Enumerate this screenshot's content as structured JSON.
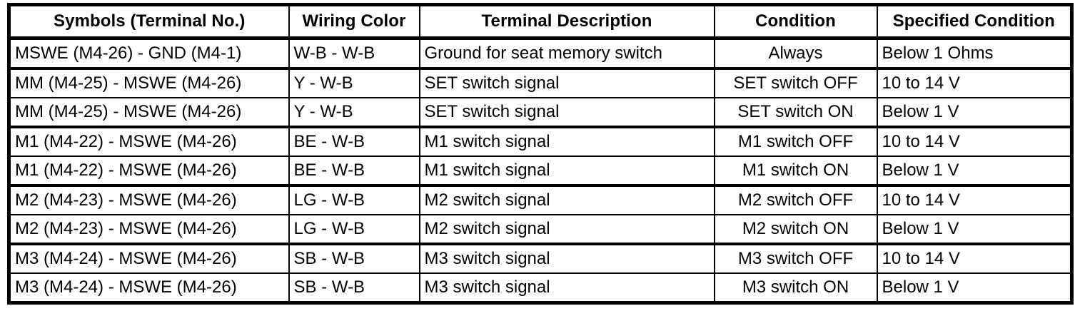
{
  "table": {
    "columns": [
      {
        "key": "symbols",
        "label": "Symbols (Terminal No.)",
        "align": "left"
      },
      {
        "key": "wiring",
        "label": "Wiring Color",
        "align": "left"
      },
      {
        "key": "terminal",
        "label": "Terminal Description",
        "align": "left"
      },
      {
        "key": "condition",
        "label": "Condition",
        "align": "center"
      },
      {
        "key": "specified",
        "label": "Specified Condition",
        "align": "left"
      }
    ],
    "rows": [
      {
        "symbols": "MSWE (M4-26) - GND (M4-1)",
        "wiring": "W-B - W-B",
        "terminal": "Ground for seat memory switch",
        "condition": "Always",
        "specified": "Below 1 Ohms",
        "group_start": false
      },
      {
        "symbols": "MM (M4-25) - MSWE (M4-26)",
        "wiring": "Y - W-B",
        "terminal": "SET switch signal",
        "condition": "SET switch OFF",
        "specified": "10 to 14 V",
        "group_start": true
      },
      {
        "symbols": "MM (M4-25) - MSWE (M4-26)",
        "wiring": "Y - W-B",
        "terminal": "SET switch signal",
        "condition": "SET switch ON",
        "specified": "Below 1 V",
        "group_start": false
      },
      {
        "symbols": "M1 (M4-22) - MSWE (M4-26)",
        "wiring": "BE - W-B",
        "terminal": "M1 switch signal",
        "condition": "M1 switch OFF",
        "specified": "10 to 14 V",
        "group_start": true
      },
      {
        "symbols": "M1 (M4-22) - MSWE (M4-26)",
        "wiring": "BE - W-B",
        "terminal": "M1 switch signal",
        "condition": "M1 switch ON",
        "specified": "Below 1 V",
        "group_start": false
      },
      {
        "symbols": "M2 (M4-23) - MSWE (M4-26)",
        "wiring": "LG - W-B",
        "terminal": "M2 switch signal",
        "condition": "M2 switch OFF",
        "specified": "10 to 14 V",
        "group_start": true
      },
      {
        "symbols": "M2 (M4-23) - MSWE (M4-26)",
        "wiring": "LG - W-B",
        "terminal": "M2 switch signal",
        "condition": "M2 switch ON",
        "specified": "Below 1 V",
        "group_start": false
      },
      {
        "symbols": "M3 (M4-24) - MSWE (M4-26)",
        "wiring": "SB - W-B",
        "terminal": "M3 switch signal",
        "condition": "M3 switch OFF",
        "specified": "10 to 14 V",
        "group_start": true
      },
      {
        "symbols": "M3 (M4-24) - MSWE (M4-26)",
        "wiring": "SB - W-B",
        "terminal": "M3 switch signal",
        "condition": "M3 switch ON",
        "specified": "Below 1 V",
        "group_start": false
      }
    ]
  },
  "colors": {
    "border": "#000000",
    "background": "#ffffff",
    "text": "#000000"
  }
}
